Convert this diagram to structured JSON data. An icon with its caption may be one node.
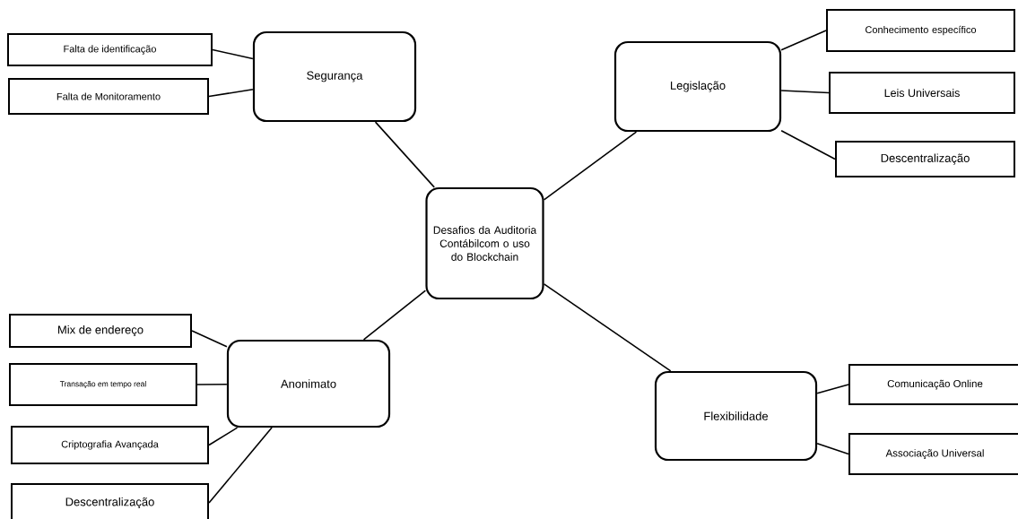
{
  "diagram": {
    "nodes": [
      {
        "text": [
          "Segurança"
        ]
      },
      {
        "text": [
          "Falta de identificação"
        ]
      },
      {
        "text": [
          "Falta de Monitoramento"
        ]
      },
      {
        "text": [
          "Legislação"
        ]
      },
      {
        "text": [
          "Conhecimento específico"
        ]
      },
      {
        "text": [
          "Leis Universais"
        ]
      },
      {
        "text": [
          "Descentralização"
        ]
      },
      {
        "text": [
          "Desafios da Auditoria Contábilcom o uso do Blockchain"
        ]
      },
      {
        "text": [
          "Anonimato"
        ]
      },
      {
        "text": [
          "Mix de endereço"
        ]
      },
      {
        "text": [
          "Transação em tempo real"
        ]
      },
      {
        "text": [
          "Criptografia Avançada"
        ]
      },
      {
        "text": [
          "Descentralização"
        ]
      },
      {
        "text": [
          "Flexibilidade"
        ]
      },
      {
        "text": [
          "Comunicação Online"
        ]
      },
      {
        "text": [
          "Associação Universal"
        ]
      }
    ],
    "edges": [
      {
        "from": 1,
        "to": 0,
        "arrow": "none"
      },
      {
        "from": 2,
        "to": 0,
        "arrow": "none"
      },
      {
        "from": 0,
        "to": 7,
        "arrow": "none"
      },
      {
        "from": 3,
        "to": 4,
        "arrow": "none"
      },
      {
        "from": 3,
        "to": 5,
        "arrow": "none"
      },
      {
        "from": 3,
        "to": 6,
        "arrow": "none"
      },
      {
        "from": 3,
        "to": 7,
        "arrow": "none"
      },
      {
        "from": 7,
        "to": 8,
        "arrow": "none"
      },
      {
        "from": 9,
        "to": 8,
        "arrow": "none"
      },
      {
        "from": 10,
        "to": 8,
        "arrow": "none"
      },
      {
        "from": 11,
        "to": 8,
        "arrow": "none"
      },
      {
        "from": 12,
        "to": 8,
        "arrow": "none"
      },
      {
        "from": 7,
        "to": 13,
        "arrow": "none"
      },
      {
        "from": 13,
        "to": 14,
        "arrow": "none"
      },
      {
        "from": 13,
        "to": 15,
        "arrow": "none"
      }
    ]
  }
}
